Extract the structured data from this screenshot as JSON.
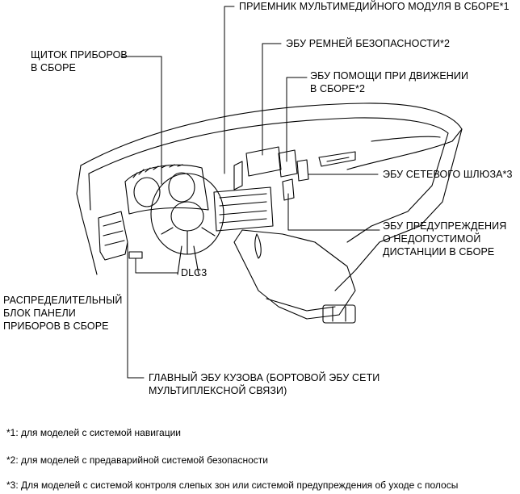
{
  "labels": {
    "multimedia_receiver": "ПРИЕМНИК МУЛЬТИМЕДИЙНОГО МОДУЛЯ В СБОРЕ*1",
    "seatbelt_ecu": "ЭБУ РЕМНЕЙ БЕЗОПАСНОСТИ*2",
    "driving_support_ecu": [
      "ЭБУ ПОМОЩИ ПРИ ДВИЖЕНИИ",
      "В СБОРЕ*2"
    ],
    "combination_meter": [
      "ЩИТОК ПРИБОРОВ",
      "В СБОРЕ"
    ],
    "network_gateway_ecu": "ЭБУ СЕТЕВОГО ШЛЮЗА*3",
    "distance_warning_ecu": [
      "ЭБУ ПРЕДУПРЕЖДЕНИЯ",
      "О НЕДОПУСТИМОЙ",
      "ДИСТАНЦИИ В СБОРЕ"
    ],
    "dlc3": "DLC3",
    "junction_block": [
      "РАСПРЕДЕЛИТЕЛЬНЫЙ",
      "БЛОК ПАНЕЛИ",
      "ПРИБОРОВ В СБОРЕ"
    ],
    "main_body_ecu": [
      "ГЛАВНЫЙ ЭБУ КУЗОВА (БОРТОВОЙ ЭБУ СЕТИ",
      "МУЛЬТИПЛЕКСНОЙ СВЯЗИ)"
    ]
  },
  "notes": [
    "*1: для моделей с системой навигации",
    "*2: для моделей с предаварийной системой безопасности",
    "*3: Для моделей с системой контроля слепых зон или системой предупреждения об уходе с полосы"
  ]
}
